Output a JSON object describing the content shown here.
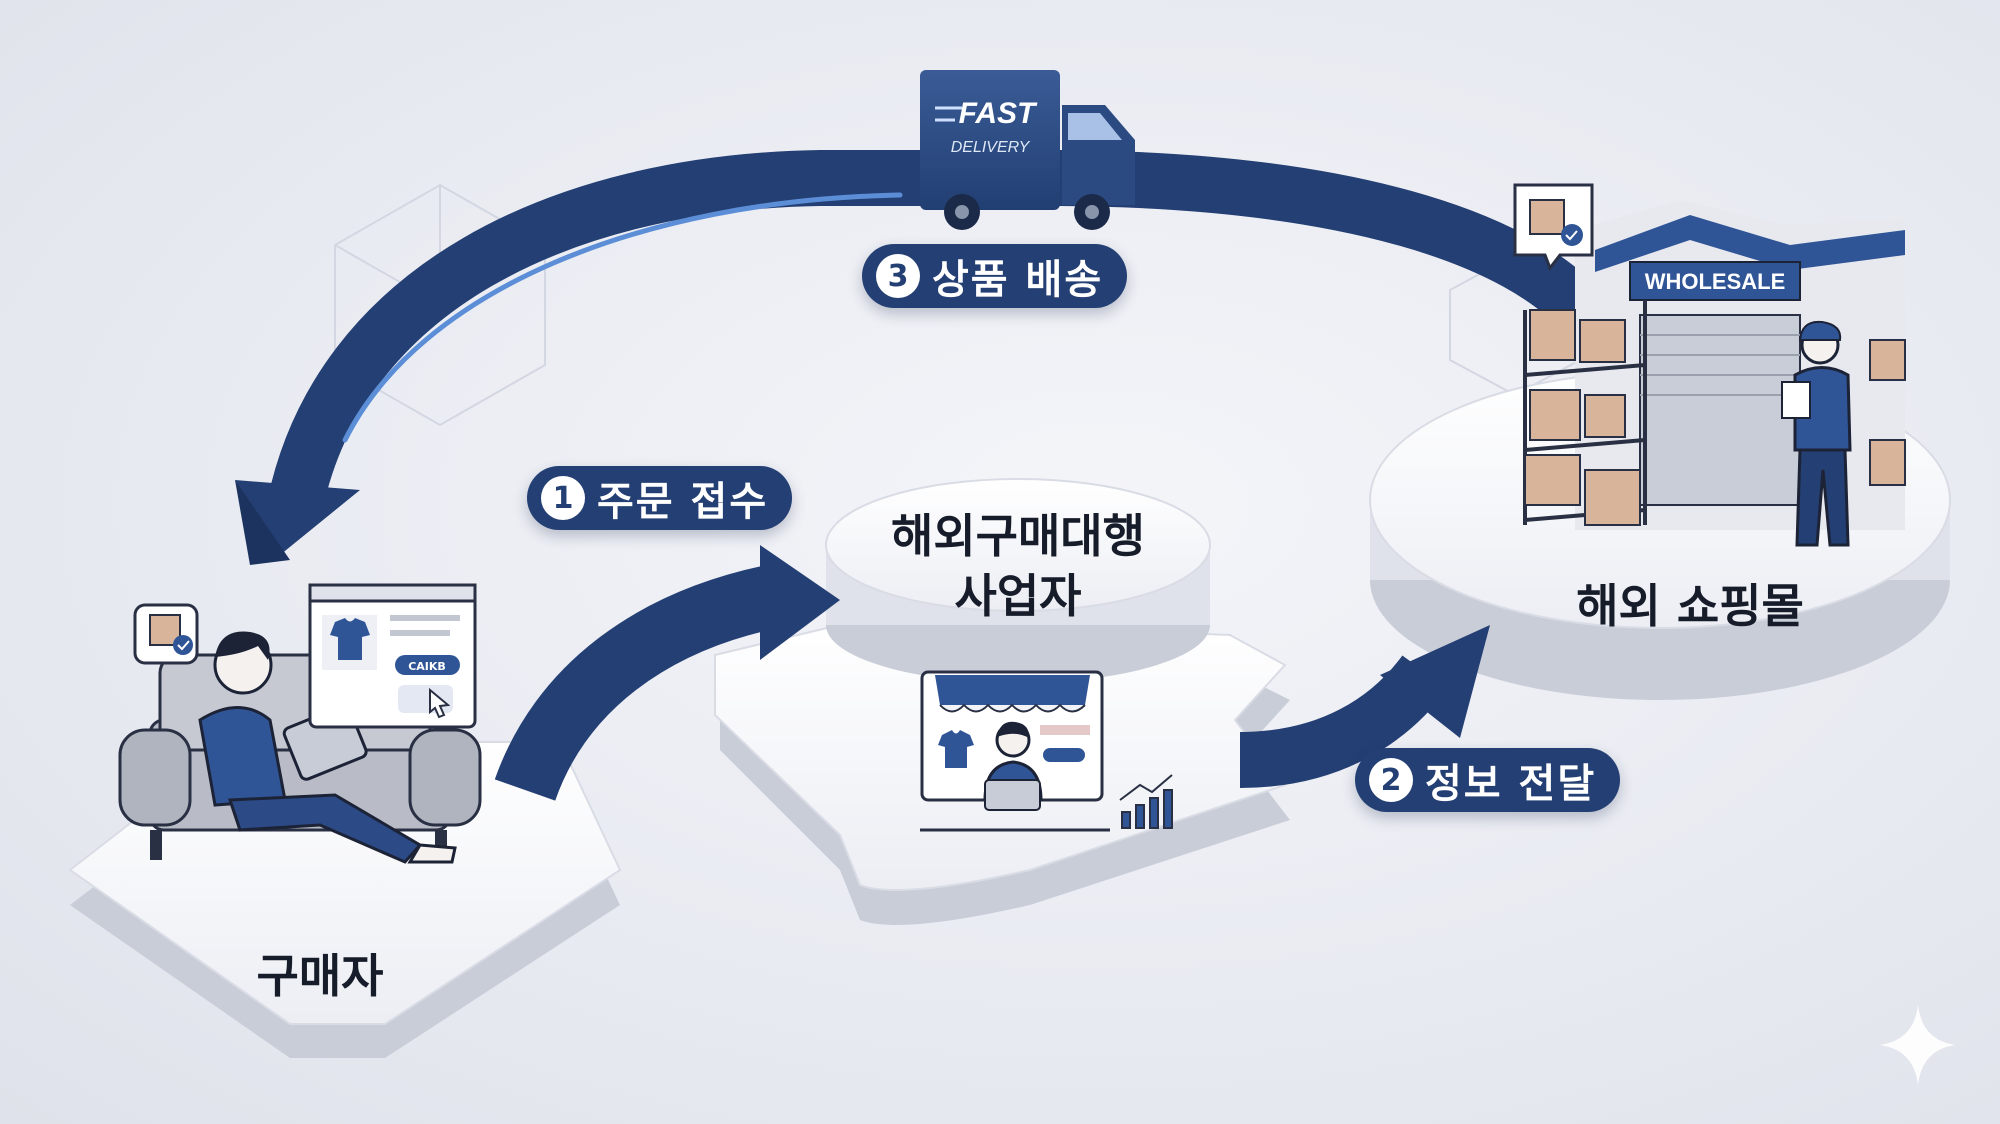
{
  "nodes": {
    "buyer": {
      "label": "구매자"
    },
    "agent": {
      "label_line1": "해외구매대행",
      "label_line2": "사업자"
    },
    "mall": {
      "label": "해외 쇼핑몰"
    }
  },
  "steps": [
    {
      "num": "1",
      "label": "주문 접수"
    },
    {
      "num": "2",
      "label": "정보 전달"
    },
    {
      "num": "3",
      "label": "상품 배송"
    }
  ],
  "truck": {
    "line1": "FAST",
    "line2": "DELIVERY"
  },
  "warehouse": {
    "sign": "WHOLESALE"
  },
  "screen_tag": "CAIKB",
  "colors": {
    "primary": "#243f73",
    "accent": "#4f7fc8",
    "platform": "#f7f8fb",
    "platform_side": "#c9cdd8"
  },
  "icons": [
    "sparkle-icon",
    "package-check-icon",
    "cursor-icon",
    "tshirt-icon",
    "bar-chart-icon",
    "laptop-icon"
  ]
}
